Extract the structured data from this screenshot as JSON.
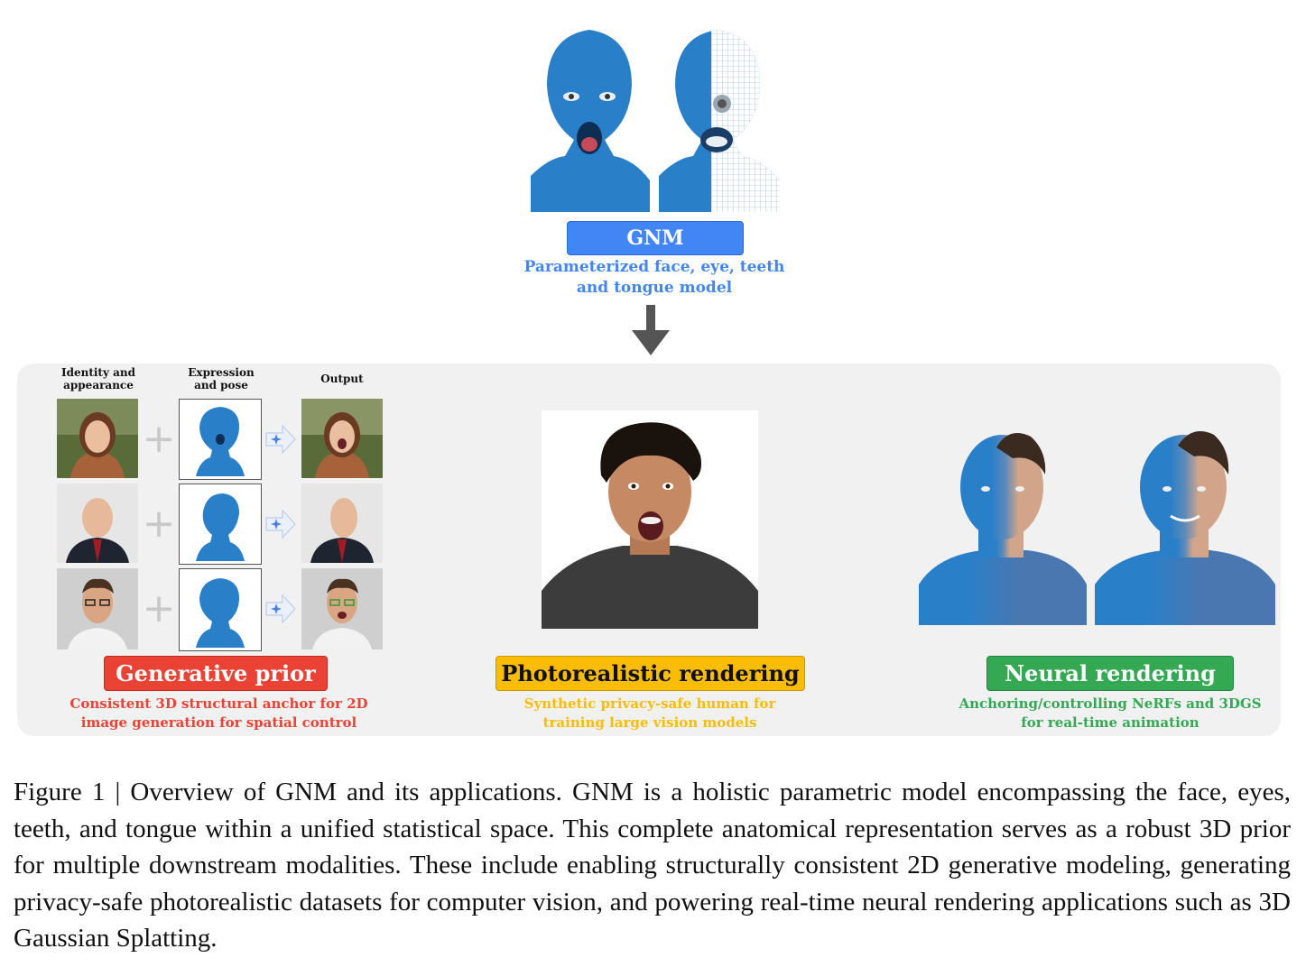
{
  "top": {
    "gnm_label": "GNM",
    "gnm_subtitle_line1": "Parameterized face, eye, teeth",
    "gnm_subtitle_line2": "and tongue model"
  },
  "generative": {
    "col_identity": "Identity and appearance",
    "col_expression": "Expression and pose",
    "col_output": "Output",
    "label": "Generative prior",
    "sub_line1": "Consistent 3D structural anchor for 2D",
    "sub_line2": "image generation for spatial control"
  },
  "photoreal": {
    "label": "Photorealistic rendering",
    "sub_line1": "Synthetic privacy-safe human for",
    "sub_line2": "training large vision models"
  },
  "neural": {
    "label": "Neural rendering",
    "sub_line1": "Anchoring/controlling NeRFs and 3DGS",
    "sub_line2": "for real-time animation"
  },
  "caption": "Figure 1 | Overview of GNM and its applications. GNM is a holistic parametric model encompassing the face, eyes, teeth, and tongue within a unified statistical space. This complete anatomical representation serves as a robust 3D prior for multiple downstream modalities. These include enabling structurally consistent 2D generative modeling, generating privacy-safe photorealistic datasets for computer vision, and powering real-time neural rendering applications such as 3D Gaussian Splatting.",
  "colors": {
    "gnm_blue": "#4285f4",
    "generative_red": "#ea4335",
    "photoreal_yellow": "#fbbc04",
    "neural_green": "#34a853",
    "mesh_blue": "#2a7fc9"
  }
}
